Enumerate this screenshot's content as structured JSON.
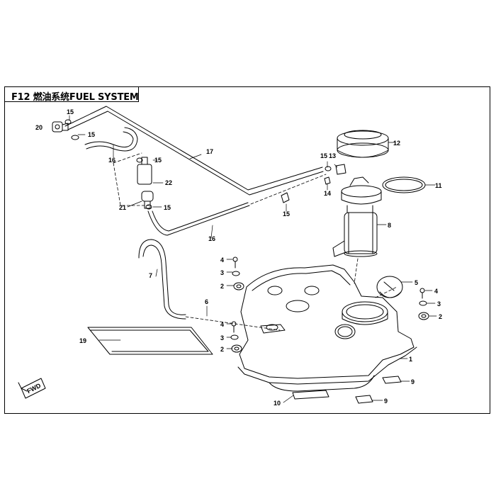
{
  "title": "F12 燃油系统FUEL SYSTEM",
  "fwd_label": "FWD",
  "callouts": {
    "c1": "1",
    "c2a": "2",
    "c2b": "2",
    "c2c": "2",
    "c3a": "3",
    "c3b": "3",
    "c3c": "3",
    "c4a": "4",
    "c4b": "4",
    "c4c": "4",
    "c5": "5",
    "c6": "6",
    "c7": "7",
    "c8": "8",
    "c9a": "9",
    "c9b": "9",
    "c10": "10",
    "c11": "11",
    "c12": "12",
    "c13": "13",
    "c14": "14",
    "c15a": "15",
    "c15b": "15",
    "c15c": "15",
    "c15d": "15",
    "c15e": "15",
    "c15f": "15",
    "c16a": "16",
    "c16b": "16",
    "c17": "17",
    "c19": "19",
    "c20": "20",
    "c21": "21",
    "c22": "22"
  }
}
